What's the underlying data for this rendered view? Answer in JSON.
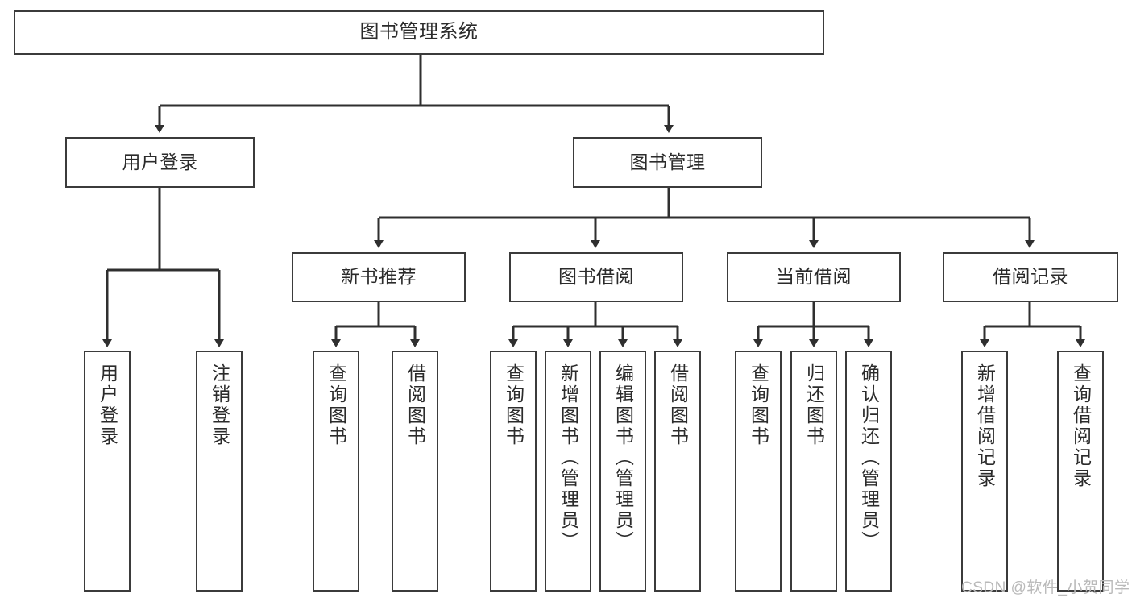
{
  "diagram": {
    "title": "图书管理系统",
    "type": "tree-hierarchy-chart",
    "watermark": "CSDN @软件_小贺同学",
    "colors": {
      "box_border": "#3b3b3b",
      "box_fill": "#ffffff",
      "edge": "#2f2f2f",
      "text": "#2b2b2b",
      "watermark": "#b9b9b9",
      "background": "#ffffff"
    },
    "levels": {
      "level1": {
        "nodes": [
          {
            "id": "root",
            "label": "图书管理系统"
          }
        ]
      },
      "level2": {
        "nodes": [
          {
            "id": "user-login",
            "label": "用户登录"
          },
          {
            "id": "book-manage",
            "label": "图书管理"
          }
        ]
      },
      "level3": {
        "nodes": [
          {
            "id": "new-book-rec",
            "label": "新书推荐",
            "parent": "book-manage"
          },
          {
            "id": "book-borrow",
            "label": "图书借阅",
            "parent": "book-manage"
          },
          {
            "id": "current-borrow",
            "label": "当前借阅",
            "parent": "book-manage"
          },
          {
            "id": "borrow-record",
            "label": "借阅记录",
            "parent": "book-manage"
          }
        ]
      },
      "level4": {
        "groups": [
          {
            "parent": "user-login",
            "leaves": [
              {
                "id": "leaf-user-login",
                "label": "用户登录"
              },
              {
                "id": "leaf-user-logout",
                "label": "注销登录"
              }
            ]
          },
          {
            "parent": "new-book-rec",
            "leaves": [
              {
                "id": "leaf-query-book-1",
                "label": "查询图书"
              },
              {
                "id": "leaf-borrow-book-1",
                "label": "借阅图书"
              }
            ]
          },
          {
            "parent": "book-borrow",
            "leaves": [
              {
                "id": "leaf-query-book-2",
                "label": "查询图书"
              },
              {
                "id": "leaf-add-book",
                "label": "新增图书（管理员）"
              },
              {
                "id": "leaf-edit-book",
                "label": "编辑图书（管理员）"
              },
              {
                "id": "leaf-borrow-book-2",
                "label": "借阅图书"
              }
            ]
          },
          {
            "parent": "current-borrow",
            "leaves": [
              {
                "id": "leaf-query-book-3",
                "label": "查询图书"
              },
              {
                "id": "leaf-return-book",
                "label": "归还图书"
              },
              {
                "id": "leaf-confirm-return",
                "label": "确认归还（管理员）"
              }
            ]
          },
          {
            "parent": "borrow-record",
            "leaves": [
              {
                "id": "leaf-add-record",
                "label": "新增借阅记录"
              },
              {
                "id": "leaf-query-record",
                "label": "查询借阅记录"
              }
            ]
          }
        ]
      }
    }
  }
}
